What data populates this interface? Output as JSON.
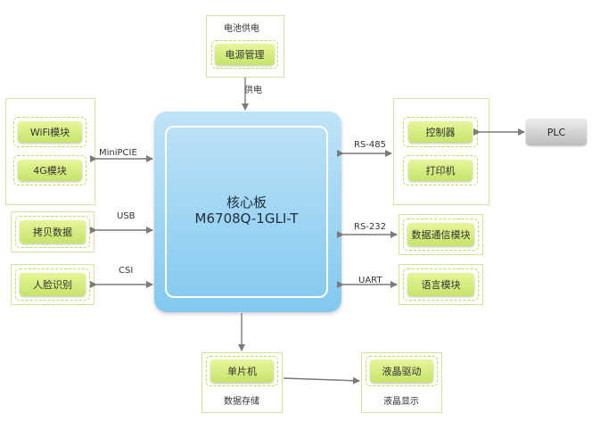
{
  "power": {
    "group_label": "电池供电",
    "module": "电源管理",
    "link": "供电"
  },
  "left": {
    "wifi": "WiFi模块",
    "g4": "4G模块",
    "minipcie": "MiniPCIE",
    "copy": "拷贝数据",
    "usb": "USB",
    "face": "人脸识别",
    "csi": "CSI"
  },
  "core": {
    "line1": "核心板",
    "line2": "M6708Q-1GLI-T"
  },
  "right": {
    "rs485": "RS-485",
    "controller": "控制器",
    "printer": "打印机",
    "plc": "PLC",
    "rs232": "RS-232",
    "datacomm": "数据通信模块",
    "uart": "UART",
    "voice": "语言模块"
  },
  "bottom": {
    "mcu": "单片机",
    "storage": "数据存储",
    "lcd_driver": "液晶驱动",
    "lcd_display": "液晶显示"
  }
}
